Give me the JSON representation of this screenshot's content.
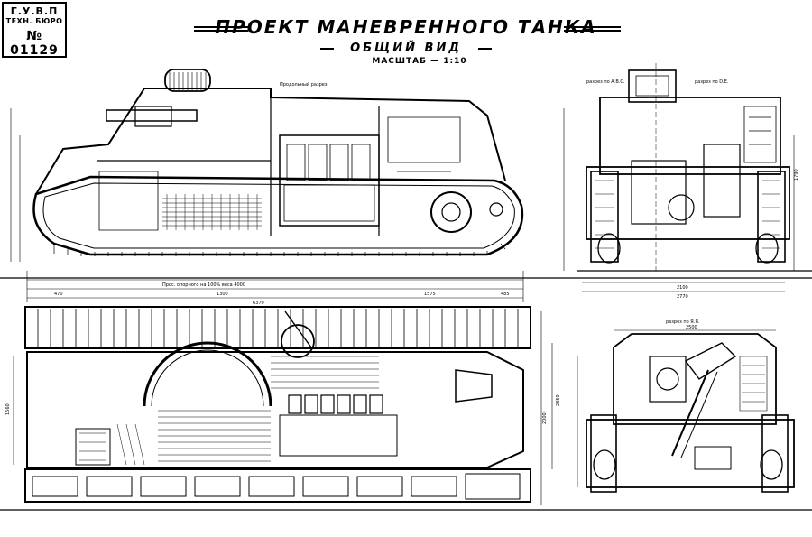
{
  "stamp": {
    "line1": "Г.У.В.П",
    "line2": "ТЕХН. БЮРО",
    "line3": "№ 01129"
  },
  "title": "ПРОЕКТ МАНЕВРЕННОГО ТАНКА",
  "subtitle": "ОБЩИЙ ВИД",
  "scale": "МАСШТАБ — 1:10",
  "section_labels": {
    "side": "Продольный разрез",
    "front_left": "разрез по А.В.С.",
    "front_right": "разрез по D.E.",
    "rear": "разрез по Я.Я."
  },
  "dimensions": {
    "support": "Прос. опорного на 100% веса 4000",
    "d1": "470",
    "d2": "1300",
    "d3": "1575",
    "d4": "485",
    "overall": "6370",
    "front_width1": "2100",
    "front_width2": "2770",
    "rear_top": "2500",
    "h1": "1790",
    "h2": "2350",
    "h3": "1560",
    "h4": "2000"
  }
}
